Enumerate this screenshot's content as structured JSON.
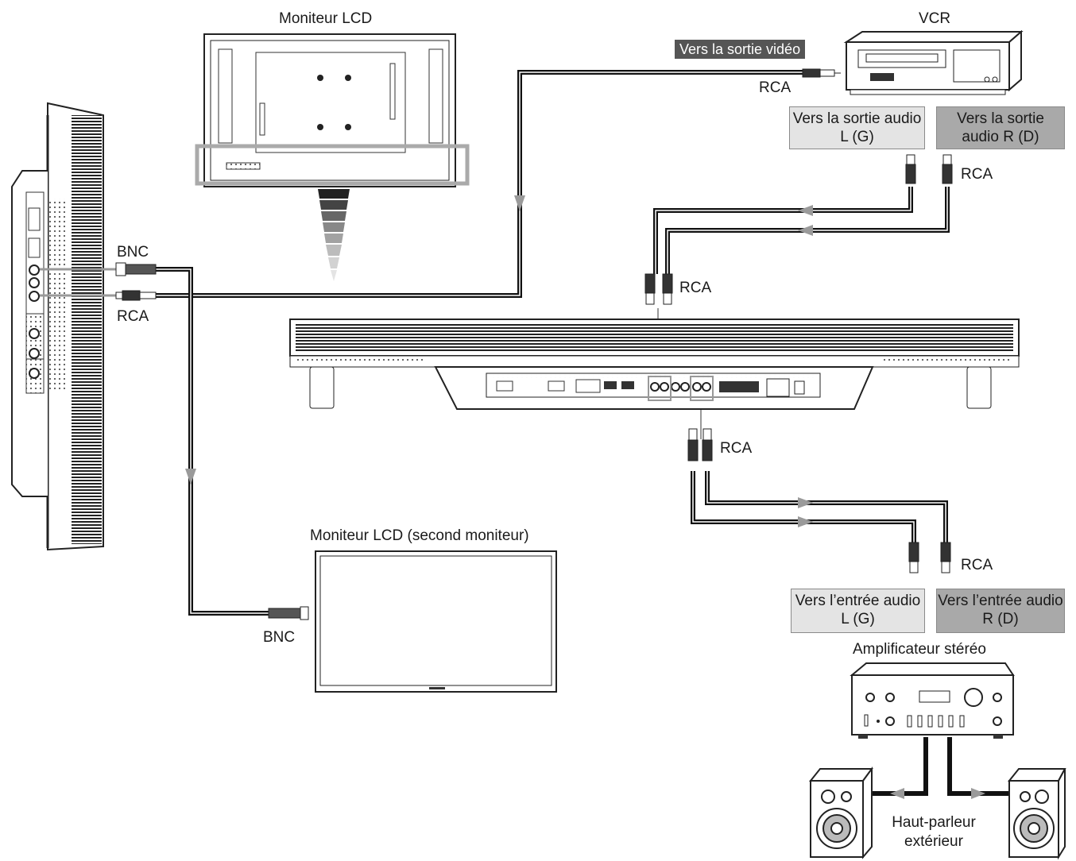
{
  "labels": {
    "monitor_top": "Moniteur LCD",
    "vcr": "VCR",
    "video_out_tag": "Vers la sortie vidéo",
    "rca_video": "RCA",
    "audio_out_l": "Vers la sortie audio L (G)",
    "audio_out_r": "Vers la sortie audio R (D)",
    "rca_vcr_audio": "RCA",
    "bnc_side": "BNC",
    "rca_side": "RCA",
    "rca_top_center": "RCA",
    "rca_bottom_center": "RCA",
    "second_monitor": "Moniteur LCD (second moniteur)",
    "bnc_bottom": "BNC",
    "rca_amp": "RCA",
    "audio_in_l": "Vers l’entrée audio L (G)",
    "audio_in_r": "Vers l’entrée audio R (D)",
    "amplifier": "Amplificateur stéréo",
    "speaker": "Haut-parleur extérieur"
  },
  "colors": {
    "cable": "#111111",
    "arrow": "#9a9a9a",
    "box_light": "#e4e4e4",
    "box_dark": "#a9a9a9",
    "tag_bg": "#555555"
  },
  "icons": [
    "lcd-monitor-back-icon",
    "lcd-monitor-side-icon",
    "lcd-monitor-bottom-icon",
    "second-monitor-icon",
    "vcr-icon",
    "amplifier-icon",
    "speaker-left-icon",
    "speaker-right-icon",
    "bnc-connector-icon",
    "rca-connector-icon",
    "flow-arrow-icon"
  ]
}
